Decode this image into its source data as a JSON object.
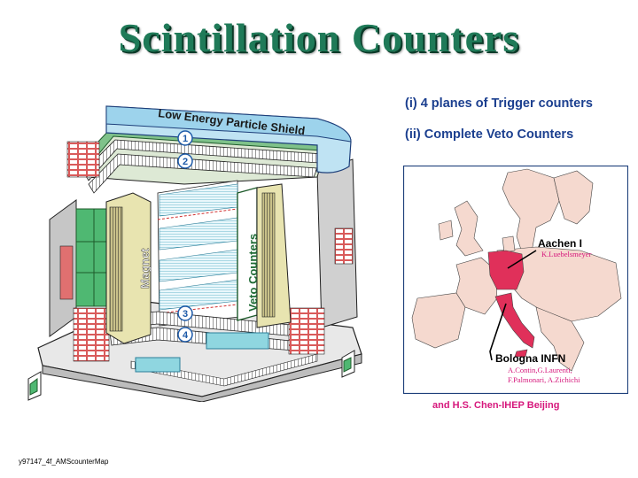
{
  "title": "Scintillation Counters",
  "bullets": [
    "(i) 4 planes of Trigger counters",
    "(ii) Complete Veto Counters"
  ],
  "detector": {
    "shield_label": "Low Energy Particle Shield",
    "magnet_label": "Magnet",
    "veto_label": "Veto Counters",
    "plane_numbers": [
      "1",
      "2",
      "3",
      "4"
    ]
  },
  "map": {
    "aachen": {
      "name": "Aachen  I",
      "people": "K.Luebelsmeyer"
    },
    "bologna": {
      "name": "Bologna INFN",
      "people_line1": "A.Contin,G.Laurenti,",
      "people_line2": "F.Palmonari, A.Zichichi"
    }
  },
  "credit": "and H.S. Chen-IHEP Beijing",
  "footer": "y97147_4f_AMScounterMap",
  "colors": {
    "title": "#1f7a58",
    "bullets": "#1b3f8f",
    "pink": "#d6187c",
    "germany_italy": "#e0305a",
    "land": "#f5d9cf",
    "sea": "#ffffff"
  }
}
